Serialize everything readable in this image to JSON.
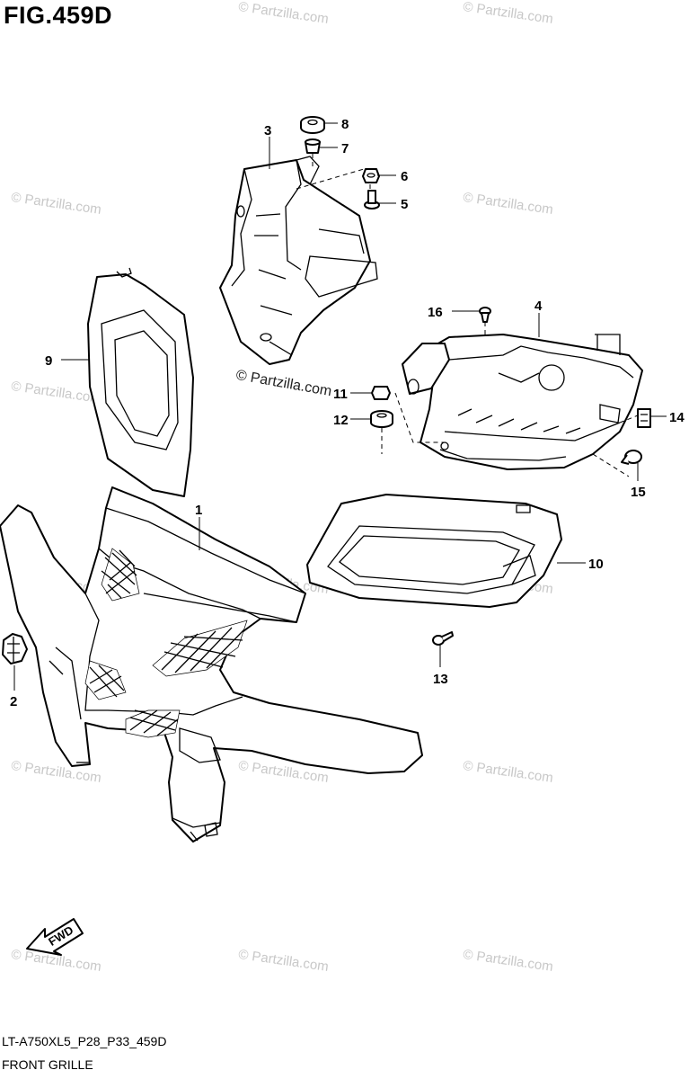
{
  "figure": {
    "title": "FIG.459D",
    "code": "LT-A750XL5_P28_P33_459D",
    "name": "FRONT GRILLE"
  },
  "watermark": {
    "text": "© Partzilla.com",
    "center_text": "© Partzilla.com"
  },
  "callouts": {
    "c1": "1",
    "c2": "2",
    "c3": "3",
    "c4": "4",
    "c5": "5",
    "c6": "6",
    "c7": "7",
    "c8": "8",
    "c9": "9",
    "c10": "10",
    "c11": "11",
    "c12": "12",
    "c13": "13",
    "c14": "14",
    "c15": "15",
    "c16": "16"
  },
  "fwd_label": "FWD"
}
